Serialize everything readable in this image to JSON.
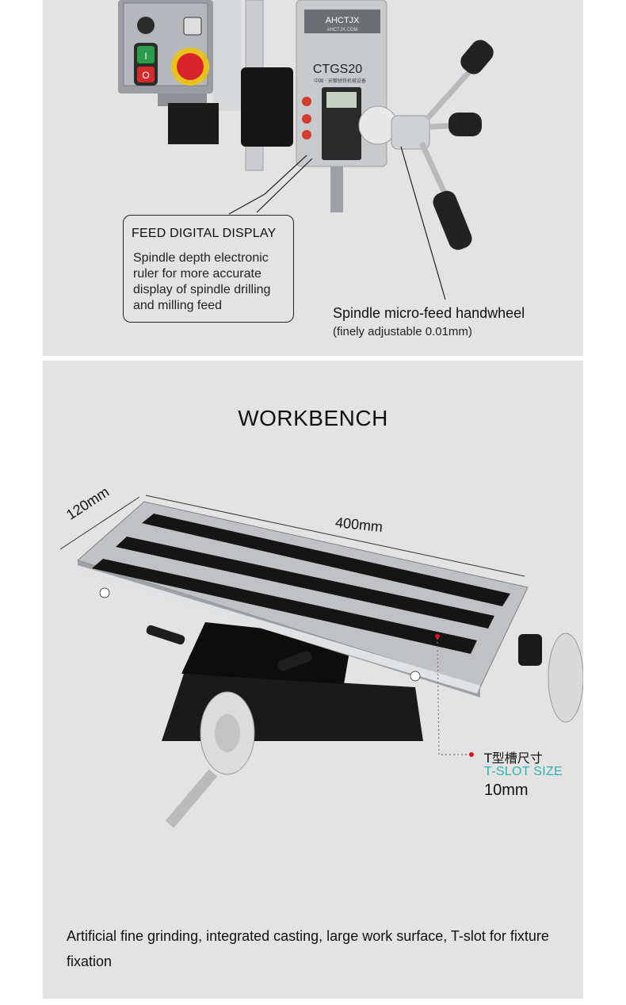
{
  "top_panel": {
    "machine_brand": "AHCTJX",
    "machine_brand_url": "AHCTJX.COM",
    "machine_model": "CTGS20",
    "machine_subtitle": "中国 · 安徽驰铁机械设备",
    "buttons": {
      "start_label": "I",
      "stop_label": "O"
    },
    "callout": {
      "title": "FEED DIGITAL DISPLAY",
      "body": "Spindle depth electronic ruler for more accurate display of spindle drilling and milling feed"
    },
    "handwheel": {
      "title": "Spindle micro-feed handwheel",
      "subtitle": "(finely adjustable 0.01mm)"
    }
  },
  "bottom_panel": {
    "title": "WORKBENCH",
    "dimension_width": "120mm",
    "dimension_length": "400mm",
    "tslot": {
      "label_cn": "T型槽尺寸",
      "label_en": "T-SLOT SIZE",
      "value": "10mm"
    },
    "description": "Artificial fine grinding, integrated casting, large work surface, T-slot for fixture fixation"
  },
  "colors": {
    "panel_bg": "#e3e3e3",
    "accent_teal": "#2bb3b3",
    "marker_red": "#e0101a"
  }
}
